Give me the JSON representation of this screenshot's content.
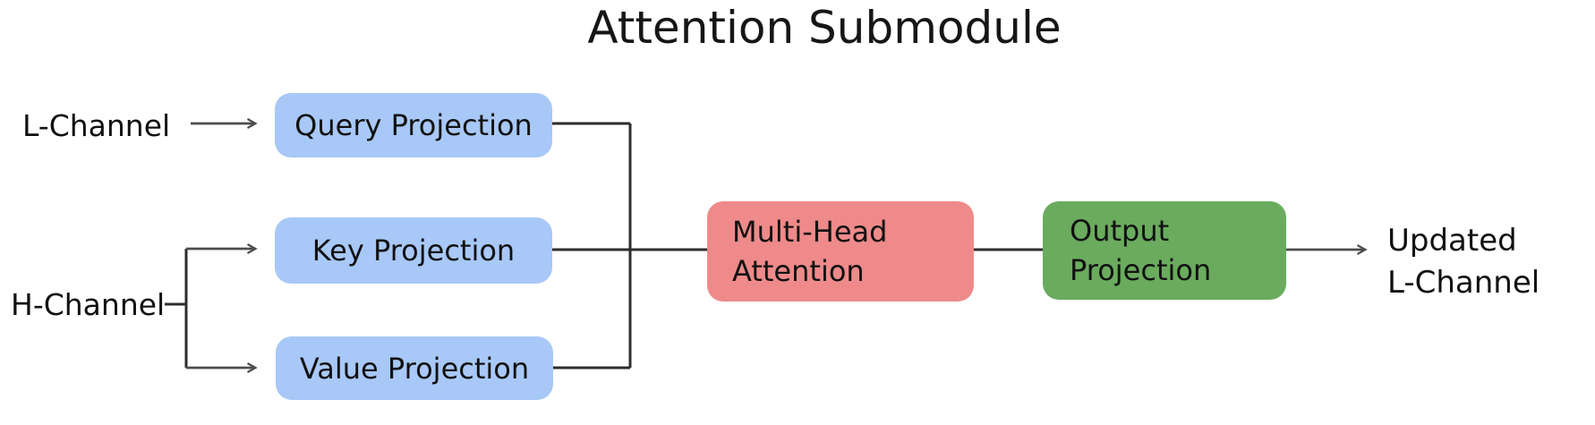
{
  "title": "Attention Submodule",
  "colors": {
    "projection_box": "#a8c8f7",
    "attention_box": "#ee8a8a",
    "output_box": "#6aab5e",
    "line": "#2d2d2d",
    "arrow": "#4d4d4d"
  },
  "labels": {
    "l_channel": "L-Channel",
    "h_channel": "H-Channel",
    "updated_l_channel": "Updated\nL-Channel"
  },
  "nodes": {
    "query_projection": "Query Projection",
    "key_projection": "Key Projection",
    "value_projection": "Value Projection",
    "multi_head_attention": "Multi-Head\nAttention",
    "output_projection": "Output\nProjection"
  },
  "edges": [
    {
      "from": "L-Channel",
      "to": "Query Projection",
      "arrowhead": true
    },
    {
      "from": "H-Channel",
      "to": "Key Projection",
      "arrowhead": true
    },
    {
      "from": "H-Channel",
      "to": "Value Projection",
      "arrowhead": true
    },
    {
      "from": "Query Projection",
      "to": "Multi-Head Attention",
      "arrowhead": false
    },
    {
      "from": "Key Projection",
      "to": "Multi-Head Attention",
      "arrowhead": false
    },
    {
      "from": "Value Projection",
      "to": "Multi-Head Attention",
      "arrowhead": false
    },
    {
      "from": "Multi-Head Attention",
      "to": "Output Projection",
      "arrowhead": false
    },
    {
      "from": "Output Projection",
      "to": "Updated L-Channel",
      "arrowhead": true
    }
  ]
}
